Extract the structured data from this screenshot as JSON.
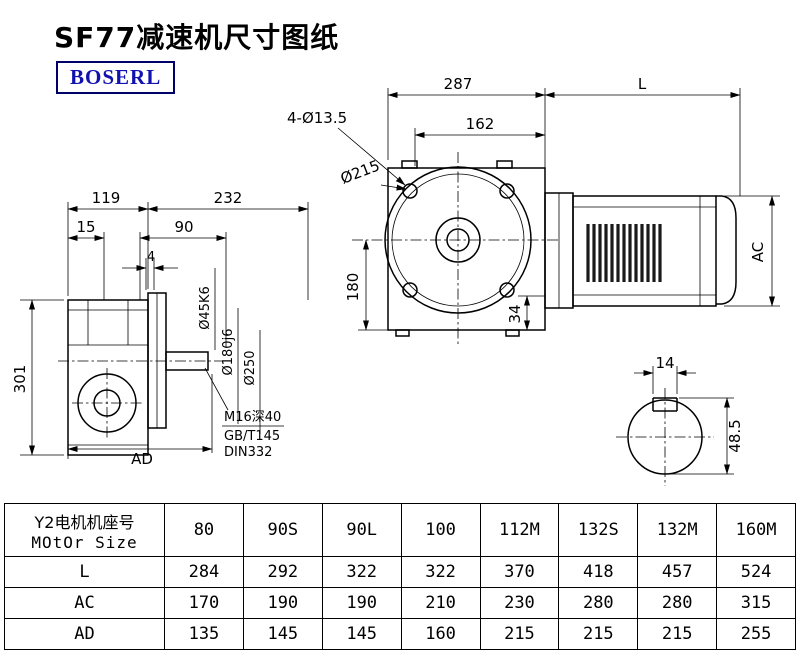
{
  "title": "SF77减速机尺寸图纸",
  "logo": "BOSERL",
  "drawing": {
    "front": {
      "dim_287": "287",
      "dim_L": "L",
      "dim_162": "162",
      "holes": "4-Ø13.5",
      "flange_dia": "Ø215",
      "dim_180": "180",
      "dim_34": "34",
      "dim_AC": "AC"
    },
    "side": {
      "dim_119": "119",
      "dim_232": "232",
      "dim_15": "15",
      "dim_90": "90",
      "dim_4": "4",
      "dim_301": "301",
      "dim_AD": "AD",
      "shaft_dia": "Ø45K6",
      "spigot_dia": "Ø180j6",
      "flange_dia": "Ø250",
      "note_1": "M16深40",
      "note_2": "GB/T145",
      "note_3": "DIN332"
    },
    "shaft_section": {
      "key_width": "14",
      "key_height": "48.5"
    }
  },
  "table": {
    "header": {
      "line1": "Y2电机机座号",
      "line2": "MOtOr Size"
    },
    "sizes": [
      "80",
      "90S",
      "90L",
      "100",
      "112M",
      "132S",
      "132M",
      "160M"
    ],
    "rows": [
      {
        "label": "L",
        "values": [
          "284",
          "292",
          "322",
          "322",
          "370",
          "418",
          "457",
          "524"
        ]
      },
      {
        "label": "AC",
        "values": [
          "170",
          "190",
          "190",
          "210",
          "230",
          "280",
          "280",
          "315"
        ]
      },
      {
        "label": "AD",
        "values": [
          "135",
          "145",
          "145",
          "160",
          "215",
          "215",
          "215",
          "255"
        ]
      }
    ]
  }
}
